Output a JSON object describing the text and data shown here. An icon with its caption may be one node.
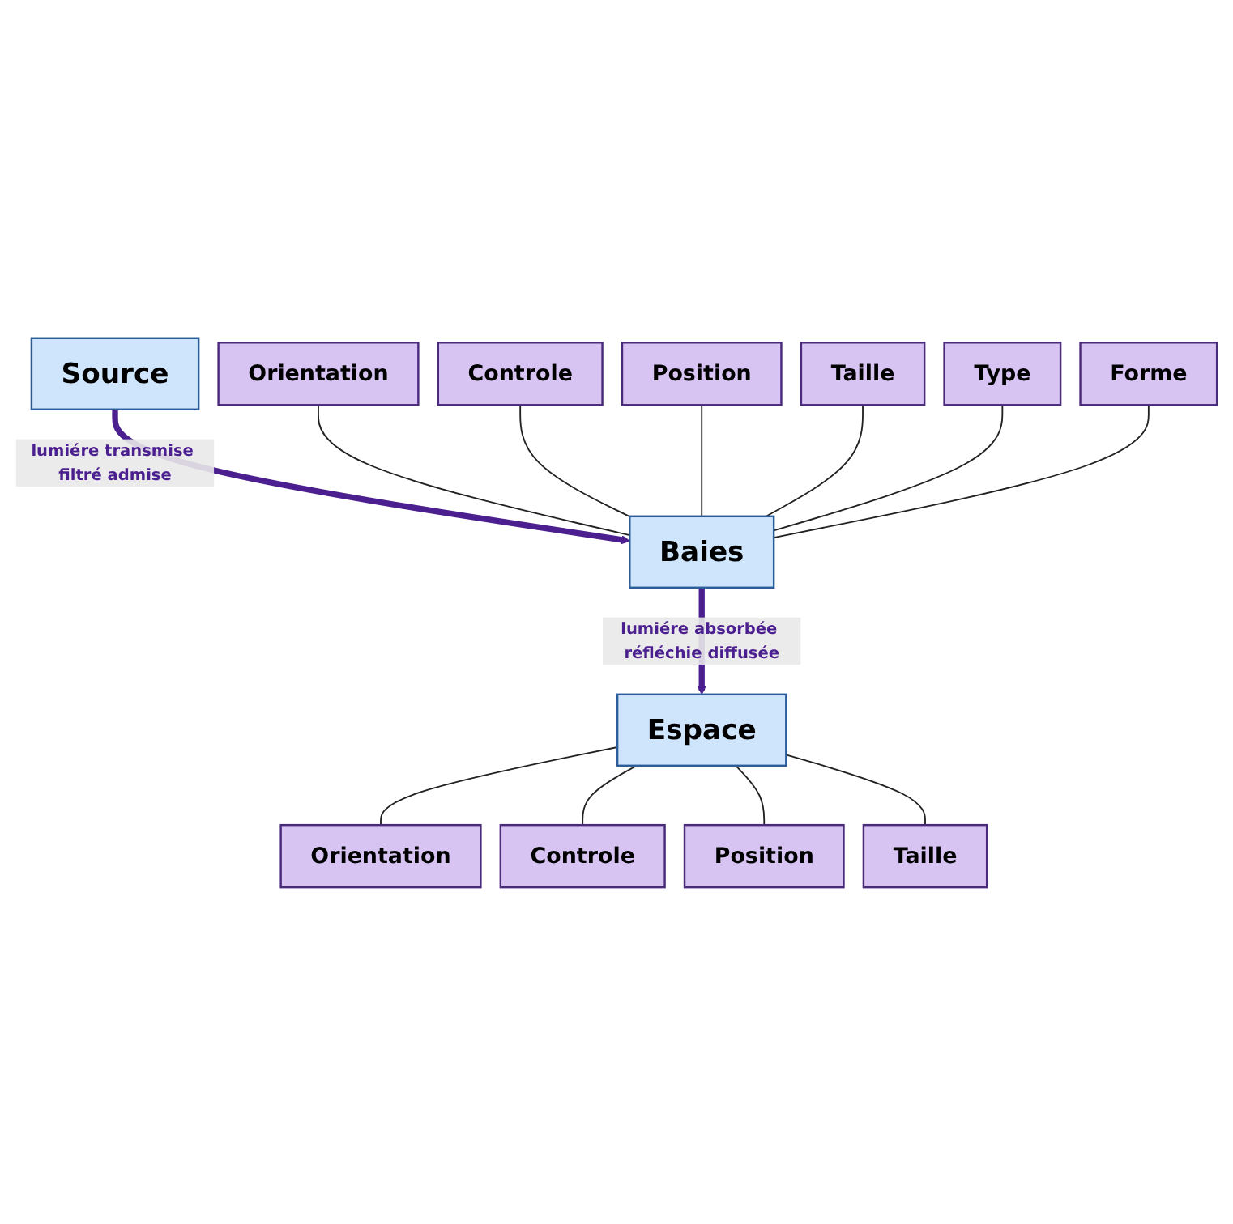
{
  "diagram": {
    "nodes": [
      {
        "text": [
          "Orientation"
        ]
      },
      {
        "text": [
          "Controle"
        ]
      },
      {
        "text": [
          "Position"
        ]
      },
      {
        "text": [
          "Taille"
        ]
      },
      {
        "text": [
          "Type"
        ]
      },
      {
        "text": [
          "Forme"
        ]
      },
      {
        "text": [
          "Source"
        ]
      },
      {
        "text": [
          "Baies"
        ]
      },
      {
        "text": [
          "Espace"
        ]
      },
      {
        "text": [
          "Orientation"
        ]
      },
      {
        "text": [
          "Controle"
        ]
      },
      {
        "text": [
          "Position"
        ]
      },
      {
        "text": [
          "Taille"
        ]
      }
    ],
    "edges": [
      {
        "from": 6,
        "to": 7,
        "arrow": "to",
        "label": "lumiére transmise filtré admise",
        "style": "thick",
        "color": "#4b1f8f"
      },
      {
        "from": 7,
        "to": 8,
        "arrow": "to",
        "label": "lumiére absorbée réfléchie diffusée",
        "style": "thick",
        "color": "#4b1f8f"
      },
      {
        "from": 0,
        "to": 7,
        "arrow": "none"
      },
      {
        "from": 1,
        "to": 7,
        "arrow": "none"
      },
      {
        "from": 2,
        "to": 7,
        "arrow": "none"
      },
      {
        "from": 3,
        "to": 7,
        "arrow": "none"
      },
      {
        "from": 4,
        "to": 7,
        "arrow": "none"
      },
      {
        "from": 5,
        "to": 7,
        "arrow": "none"
      },
      {
        "from": 8,
        "to": 9,
        "arrow": "none"
      },
      {
        "from": 8,
        "to": 10,
        "arrow": "none"
      },
      {
        "from": 8,
        "to": 11,
        "arrow": "none"
      },
      {
        "from": 8,
        "to": 12,
        "arrow": "none"
      }
    ]
  }
}
